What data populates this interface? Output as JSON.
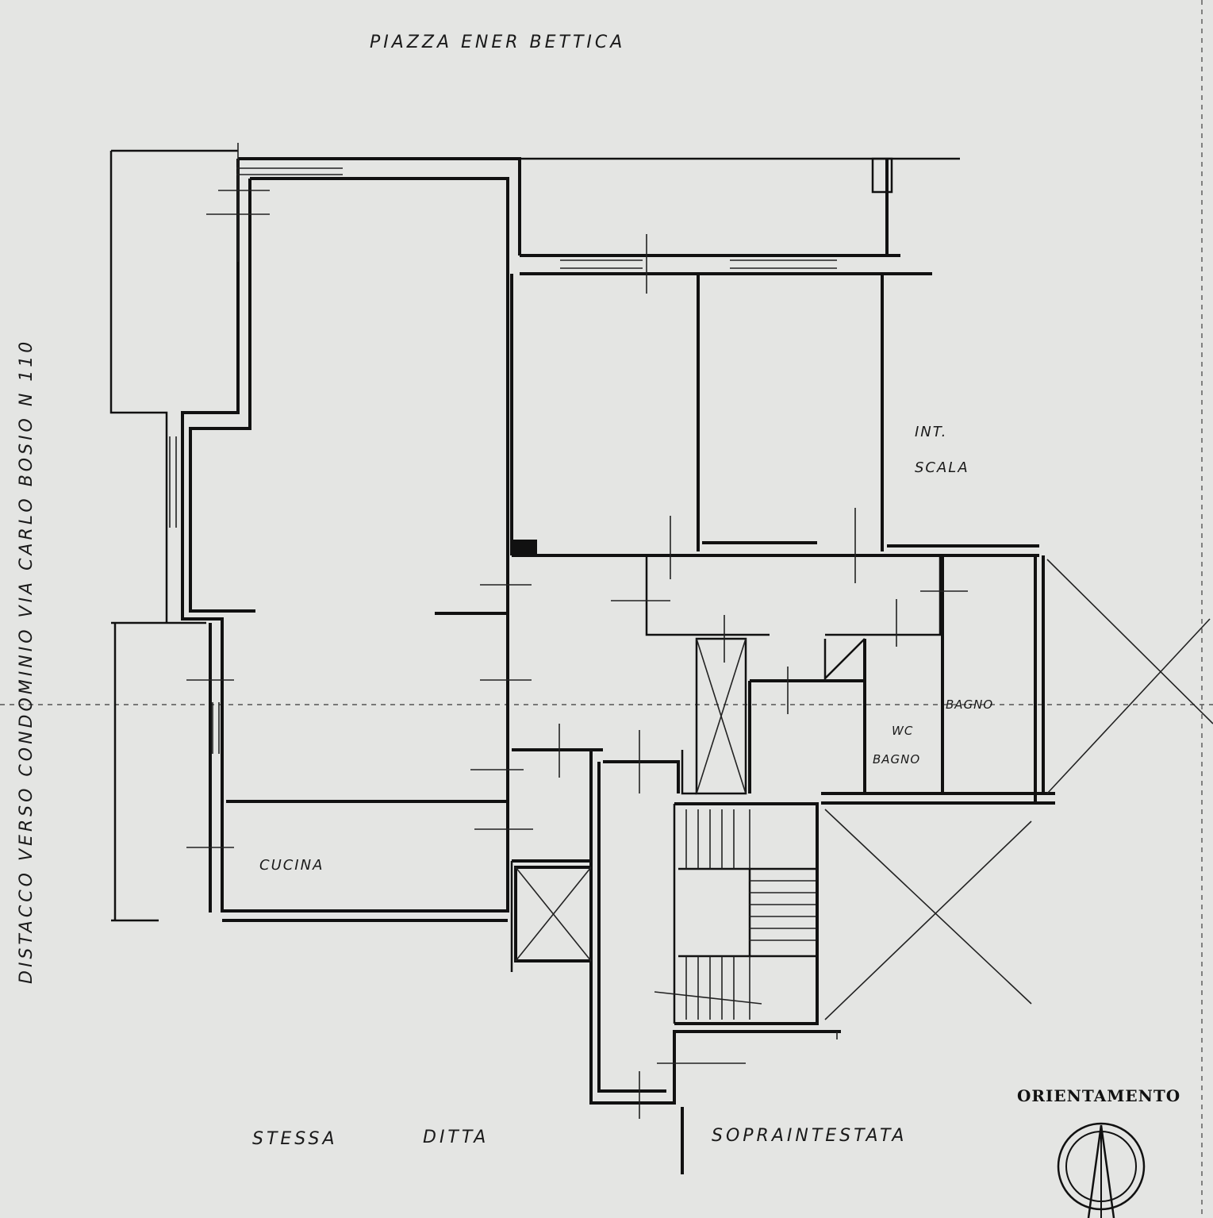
{
  "labels": {
    "top_street": "PIAZZA ENER BETTICA",
    "left_street": "DISTACCO VERSO CONDOMINIO VIA CARLO BOSIO N 110",
    "bottom_note_1": "STESSA",
    "bottom_note_2": "DITTA",
    "bottom_note_3": "SOPRAINTESTATA",
    "stair_intake_1": "INT.",
    "stair_intake_2": "SCALA",
    "kitchen": "CUCINA",
    "bath_1": "BAGNO",
    "wc": "WC",
    "bath_2": "BAGNO",
    "orientation": "ORIENTAMENTO"
  }
}
